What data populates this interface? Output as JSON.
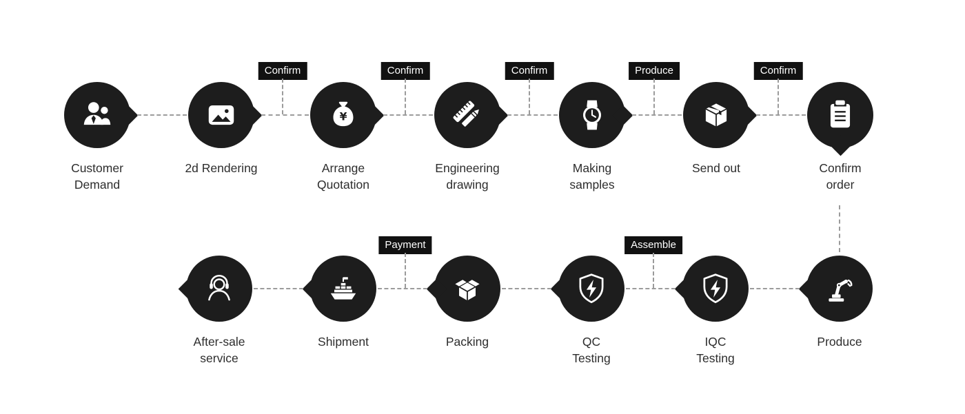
{
  "theme": {
    "dark": "#1d1d1d",
    "line": "#9b9b9b",
    "labelc": "#2d2d2d",
    "tagbg": "#111111",
    "tagfg": "#ffffff",
    "bg": "#ffffff"
  },
  "flow": {
    "rows": [
      {
        "nodes": [
          {
            "label": "Customer\nDemand",
            "icon": "customers-icon"
          },
          {
            "label": "2d Rendering",
            "icon": "image-icon"
          },
          {
            "label": "Arrange\nQuotation",
            "icon": "money-bag-icon"
          },
          {
            "label": "Engineering\ndrawing",
            "icon": "ruler-pencil-icon"
          },
          {
            "label": "Making\nsamples",
            "icon": "watch-icon"
          },
          {
            "label": "Send out",
            "icon": "package-box-icon"
          },
          {
            "label": "Confirm\norder",
            "icon": "clipboard-icon"
          }
        ],
        "tags": [
          "Confirm",
          "Confirm",
          "Confirm",
          "Produce",
          "Confirm"
        ]
      },
      {
        "nodes": [
          {
            "label": "After-sale\nservice",
            "icon": "headset-icon"
          },
          {
            "label": "Shipment",
            "icon": "ship-icon"
          },
          {
            "label": "Packing",
            "icon": "open-box-icon"
          },
          {
            "label": "QC\nTesting",
            "icon": "shield-lightning-icon"
          },
          {
            "label": "IQC\nTesting",
            "icon": "shield-lightning-icon"
          },
          {
            "label": "Produce",
            "icon": "robot-arm-icon"
          }
        ],
        "tags": [
          "Payment",
          "Assemble"
        ]
      }
    ]
  }
}
